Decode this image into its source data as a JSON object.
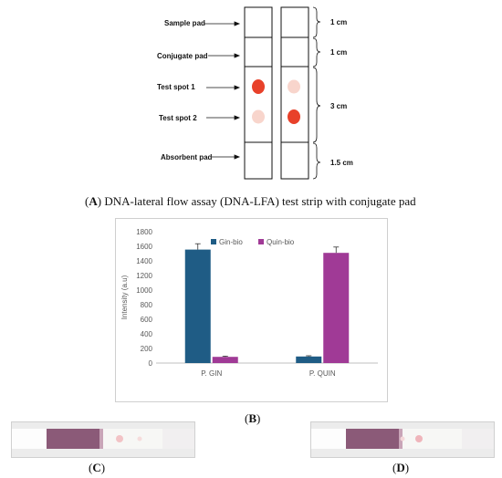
{
  "panel_a": {
    "labels": [
      "Sample pad",
      "Conjugate pad",
      "Test spot 1",
      "Test spot 2",
      "Absorbent pad"
    ],
    "dims": [
      "1 cm",
      "1 cm",
      "3 cm",
      "1.5 cm"
    ],
    "caption_letter": "A",
    "caption_text": " DNA-lateral flow assay (DNA-LFA) test strip with conjugate pad",
    "spot_colors": {
      "strong": "#e8412a",
      "faint": "#f8d5cc"
    }
  },
  "panel_b": {
    "caption_letter": "B"
  },
  "panel_c": {
    "caption_letter": "C"
  },
  "panel_d": {
    "caption_letter": "D"
  },
  "chart_data": {
    "type": "bar",
    "categories": [
      "P. GIN",
      "P. QUIN"
    ],
    "series": [
      {
        "name": "Gin-bio",
        "color": "#1f5c85",
        "values": [
          1555,
          90
        ],
        "errors": [
          80,
          10
        ]
      },
      {
        "name": "Quin-bio",
        "color": "#a03a96",
        "values": [
          85,
          1510
        ],
        "errors": [
          10,
          80
        ]
      }
    ],
    "ylabel": "Intensity (a.u)",
    "ylim": [
      0,
      1800
    ],
    "yticks": [
      0,
      200,
      400,
      600,
      800,
      1000,
      1200,
      1400,
      1600,
      1800
    ],
    "legend": "top",
    "grid": false
  }
}
